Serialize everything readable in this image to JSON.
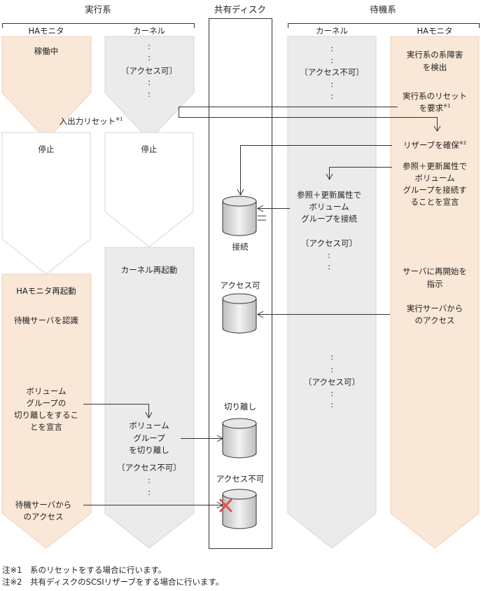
{
  "headers": {
    "active": "実行系",
    "disk": "共有ディスク",
    "standby": "待機系"
  },
  "subheaders": {
    "left_ha": "HAモニタ",
    "left_kernel": "カーネル",
    "right_kernel": "カーネル",
    "right_ha": "HAモニタ"
  },
  "left_ha": {
    "running": "稼働中",
    "io_reset": "入出力リセット",
    "io_reset_note": "※1",
    "stopped": "停止",
    "restart": "HAモニタ再起動",
    "recognize": "待機サーバを認識",
    "declare_detach": [
      "ボリューム",
      "グループの",
      "切り離しをするこ",
      "とを宣言"
    ],
    "standby_access": [
      "待機サーバから",
      "のアクセス"
    ]
  },
  "left_kernel": {
    "dots": ":",
    "access_ok": "〔アクセス可〕",
    "stopped": "停止",
    "restart": "カーネル再起動",
    "detach": [
      "ボリューム",
      "グループ",
      "を切り離し"
    ],
    "access_ng": "〔アクセス不可〕"
  },
  "disk": {
    "connected": "接続",
    "access_ok": "アクセス可",
    "detached": "切り離し",
    "access_ng": "アクセス不可"
  },
  "right_kernel": {
    "dots": ":",
    "access_ng": "〔アクセス不可〕",
    "connect": [
      "参照＋更新属性で",
      "ボリューム",
      "グループを接続"
    ],
    "access_ok": "〔アクセス可〕",
    "access_ok2": "〔アクセス可〕"
  },
  "right_ha": {
    "detect": [
      "実行系の系障害",
      "を検出"
    ],
    "reset_req": [
      "実行系のリセット",
      "を要求"
    ],
    "reset_note": "※1",
    "reserve": "リザーブを確保",
    "reserve_note": "※2",
    "declare_connect": [
      "参照＋更新属性で",
      "ボリューム",
      "グループを接続す",
      "ることを宣言"
    ],
    "restart_server": [
      "サーバに再開始を",
      "指示"
    ],
    "active_access": [
      "実行サーバから",
      "のアクセス"
    ]
  },
  "footnotes": [
    "注※1　系のリセットをする場合に行います。",
    "注※2　共有ディスクのSCSIリザーブをする場合に行います。"
  ],
  "colors": {
    "ha_fill": "#f9e7d7",
    "kernel_fill": "#ebebeb",
    "error_mark": "#d9534f"
  }
}
